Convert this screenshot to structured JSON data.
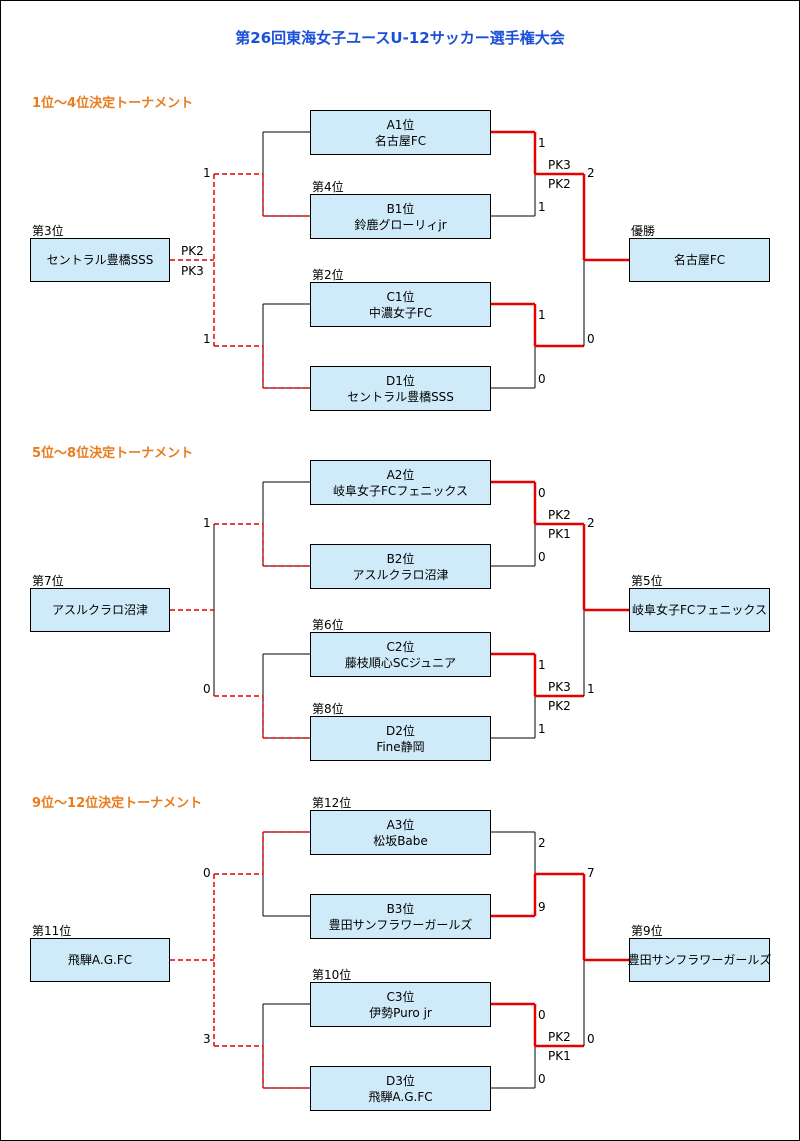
{
  "title": "第26回東海女子ユースU-12サッカー選手権大会",
  "sections": [
    {
      "title": "1位～4位決定トーナメント",
      "slots": [
        {
          "code": "A1位",
          "team": "名古屋FC",
          "place": ""
        },
        {
          "code": "B1位",
          "team": "鈴鹿グローリィjr",
          "place": "第4位"
        },
        {
          "code": "C1位",
          "team": "中濃女子FC",
          "place": "第2位"
        },
        {
          "code": "D1位",
          "team": "セントラル豊橋SSS",
          "place": ""
        }
      ],
      "loser": {
        "place": "第3位",
        "team": "セントラル豊橋SSS"
      },
      "winner": {
        "place": "優勝",
        "team": "名古屋FC"
      },
      "scores": {
        "semi1_top": "1",
        "semi1_bottom": "1",
        "semi1_pk_top": "PK3",
        "semi1_pk_bottom": "PK2",
        "semi2_top": "1",
        "semi2_bottom": "0",
        "semi2_pk_top": "",
        "semi2_pk_bottom": "",
        "final_top": "2",
        "final_bottom": "0",
        "final_pk_top": "",
        "final_pk_bottom": "",
        "third_top": "1",
        "third_bottom": "1",
        "third_pk_top": "PK2",
        "third_pk_bottom": "PK3"
      }
    },
    {
      "title": "5位～8位決定トーナメント",
      "slots": [
        {
          "code": "A2位",
          "team": "岐阜女子FCフェニックス",
          "place": ""
        },
        {
          "code": "B2位",
          "team": "アスルクラロ沼津",
          "place": ""
        },
        {
          "code": "C2位",
          "team": "藤枝順心SCジュニア",
          "place": "第6位"
        },
        {
          "code": "D2位",
          "team": "Fine静岡",
          "place": "第8位"
        }
      ],
      "loser": {
        "place": "第7位",
        "team": "アスルクラロ沼津"
      },
      "winner": {
        "place": "第5位",
        "team": "岐阜女子FCフェニックス"
      },
      "scores": {
        "semi1_top": "0",
        "semi1_bottom": "0",
        "semi1_pk_top": "PK2",
        "semi1_pk_bottom": "PK1",
        "semi2_top": "1",
        "semi2_bottom": "1",
        "semi2_pk_top": "PK3",
        "semi2_pk_bottom": "PK2",
        "final_top": "2",
        "final_bottom": "1",
        "final_pk_top": "",
        "final_pk_bottom": "",
        "third_top": "1",
        "third_bottom": "0",
        "third_pk_top": "",
        "third_pk_bottom": ""
      }
    },
    {
      "title": "9位～12位決定トーナメント",
      "slots": [
        {
          "code": "A3位",
          "team": "松坂Babe",
          "place": "第12位"
        },
        {
          "code": "B3位",
          "team": "豊田サンフラワーガールズ",
          "place": ""
        },
        {
          "code": "C3位",
          "team": "伊勢Puro jr",
          "place": "第10位"
        },
        {
          "code": "D3位",
          "team": "飛騨A.G.FC",
          "place": ""
        }
      ],
      "loser": {
        "place": "第11位",
        "team": "飛騨A.G.FC"
      },
      "winner": {
        "place": "第9位",
        "team": "豊田サンフラワーガールズ"
      },
      "scores": {
        "semi1_top": "2",
        "semi1_bottom": "9",
        "semi1_pk_top": "",
        "semi1_pk_bottom": "",
        "semi2_top": "0",
        "semi2_bottom": "0",
        "semi2_pk_top": "PK2",
        "semi2_pk_bottom": "PK1",
        "final_top": "7",
        "final_bottom": "0",
        "final_pk_top": "",
        "final_pk_bottom": "",
        "third_top": "0",
        "third_bottom": "3",
        "third_pk_top": "",
        "third_pk_bottom": ""
      }
    }
  ],
  "colors": {
    "win_line": "#e60000",
    "line": "#000000",
    "box_fill": "#cfeaf9",
    "title": "#1a4fd8",
    "section_title": "#e87c1e"
  }
}
